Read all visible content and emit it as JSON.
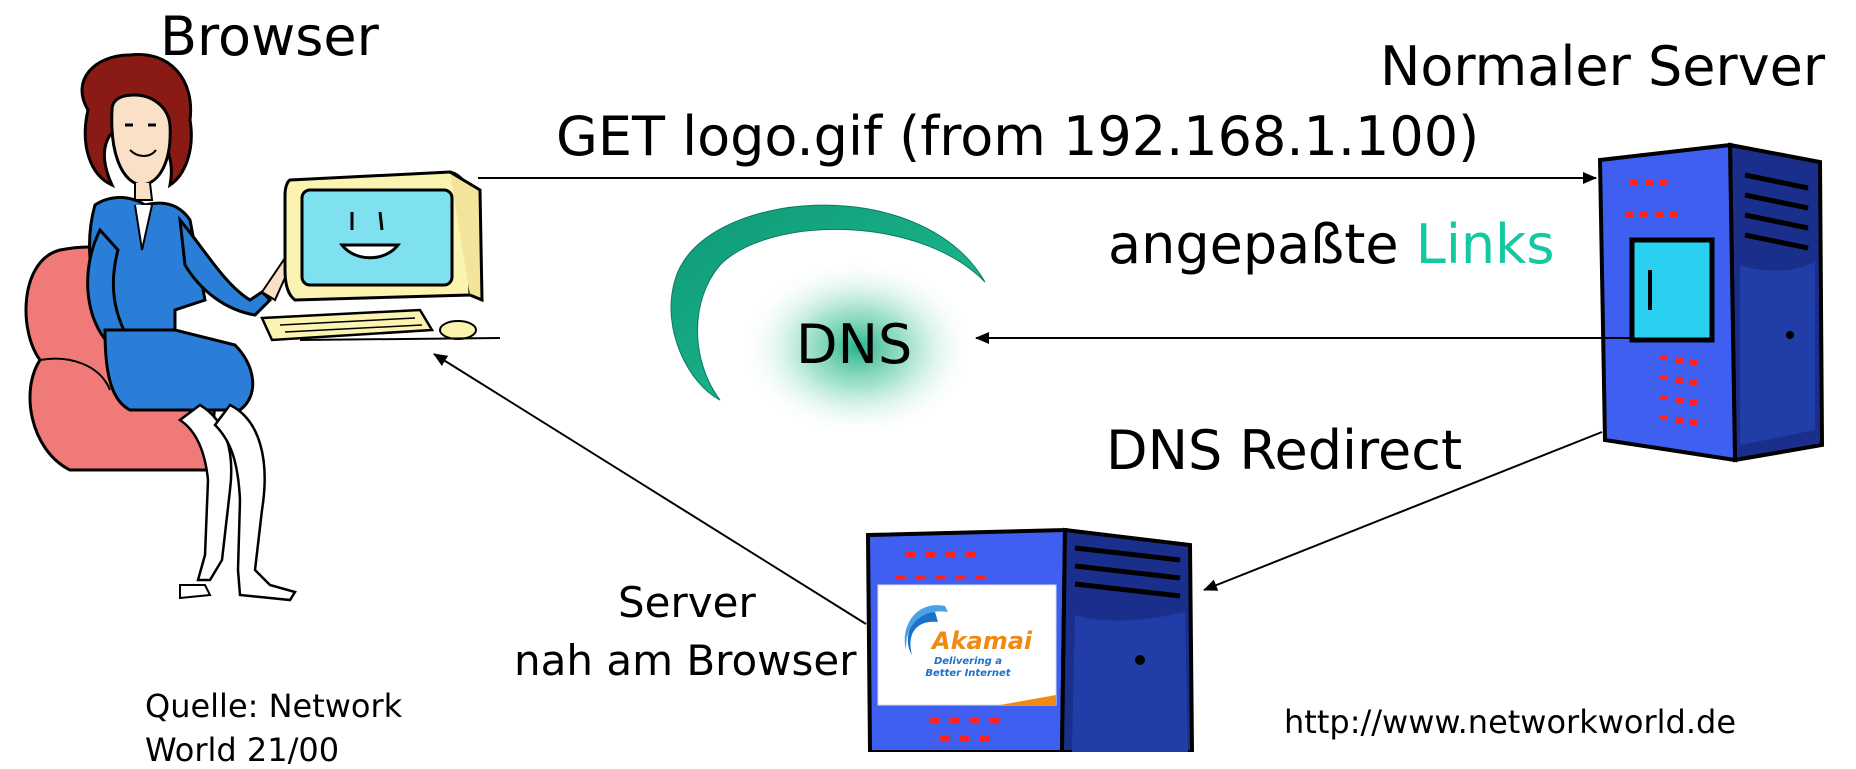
{
  "labels": {
    "browser": "Browser",
    "normal_server": "Normaler Server",
    "get_request": "GET logo.gif (from 192.168.1.100)",
    "adapted_links_prefix": "angepaßte ",
    "adapted_links_highlight": "Links",
    "dns": "DNS",
    "dns_redirect": "DNS Redirect",
    "server_near_line1": "Server",
    "server_near_line2": "nah am Browser",
    "source_line1": "Quelle: Network",
    "source_line2": "World 21/00",
    "url": "http://www.networkworld.de"
  },
  "akamai": {
    "name": "Akamai",
    "tagline_line1": "Delivering a",
    "tagline_line2": "Better Internet"
  },
  "colors": {
    "server_blue": "#3f5ff0",
    "server_dark": "#1a2f8c",
    "screen_cyan": "#2ad0f0",
    "dns_green": "#1fae84",
    "links_green": "#14c8a0",
    "akamai_orange": "#f08a12",
    "akamai_blue": "#1a72c8"
  }
}
